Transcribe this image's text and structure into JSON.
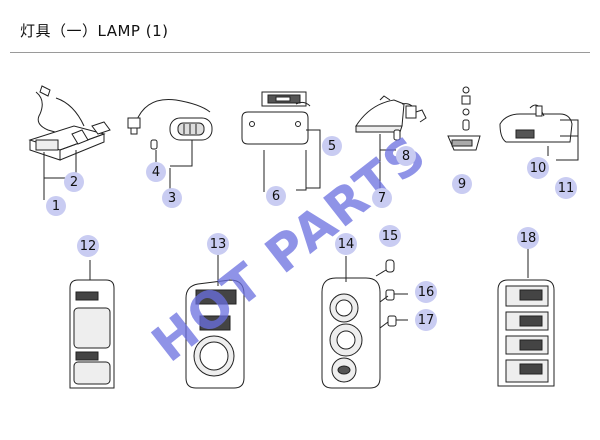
{
  "title": "灯具（一）LAMP (1)",
  "watermark": "HOT PARTS",
  "colors": {
    "bubble": "#c9ccf2",
    "watermark": "#6a6fe0",
    "line": "#222222"
  },
  "callouts": {
    "c1": "1",
    "c2": "2",
    "c3": "3",
    "c4": "4",
    "c5": "5",
    "c6": "6",
    "c7": "7",
    "c8": "8",
    "c9": "9",
    "c10": "10",
    "c11": "11",
    "c12": "12",
    "c13": "13",
    "c14": "14",
    "c15": "15",
    "c16": "16",
    "c17": "17",
    "c18": "18"
  }
}
